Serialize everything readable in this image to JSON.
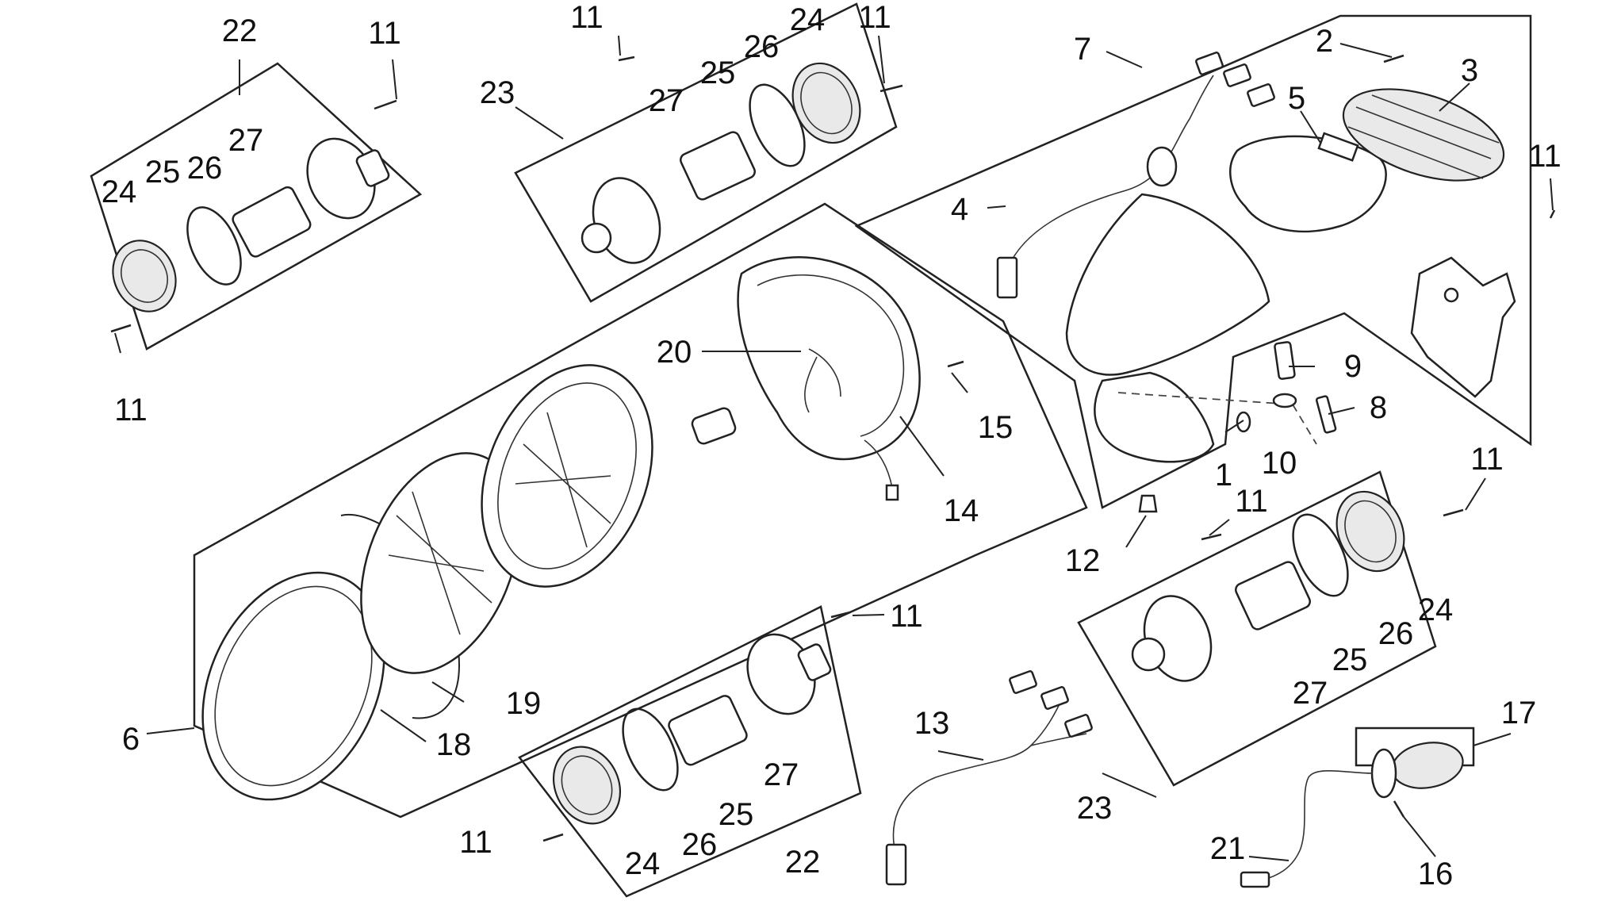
{
  "callouts": {
    "c1": "1",
    "c2": "2",
    "c3": "3",
    "c4": "4",
    "c5": "5",
    "c6": "6",
    "c7": "7",
    "c8": "8",
    "c9": "9",
    "c10": "10",
    "c11_a": "11",
    "c11_b": "11",
    "c11_c": "11",
    "c11_d": "11",
    "c11_e": "11",
    "c11_f": "11",
    "c11_g": "11",
    "c11_h": "11",
    "c11_i": "11",
    "c12": "12",
    "c13": "13",
    "c14": "14",
    "c15": "15",
    "c16": "16",
    "c17": "17",
    "c18": "18",
    "c19": "19",
    "c20": "20",
    "c21": "21",
    "c22_a": "22",
    "c22_b": "22",
    "c23_a": "23",
    "c23_b": "23",
    "c24_a": "24",
    "c24_b": "24",
    "c24_c": "24",
    "c24_d": "24",
    "c25_a": "25",
    "c25_b": "25",
    "c25_c": "25",
    "c25_d": "25",
    "c26_a": "26",
    "c26_b": "26",
    "c26_c": "26",
    "c26_d": "26",
    "c27_a": "27",
    "c27_b": "27",
    "c27_c": "27",
    "c27_d": "27"
  }
}
